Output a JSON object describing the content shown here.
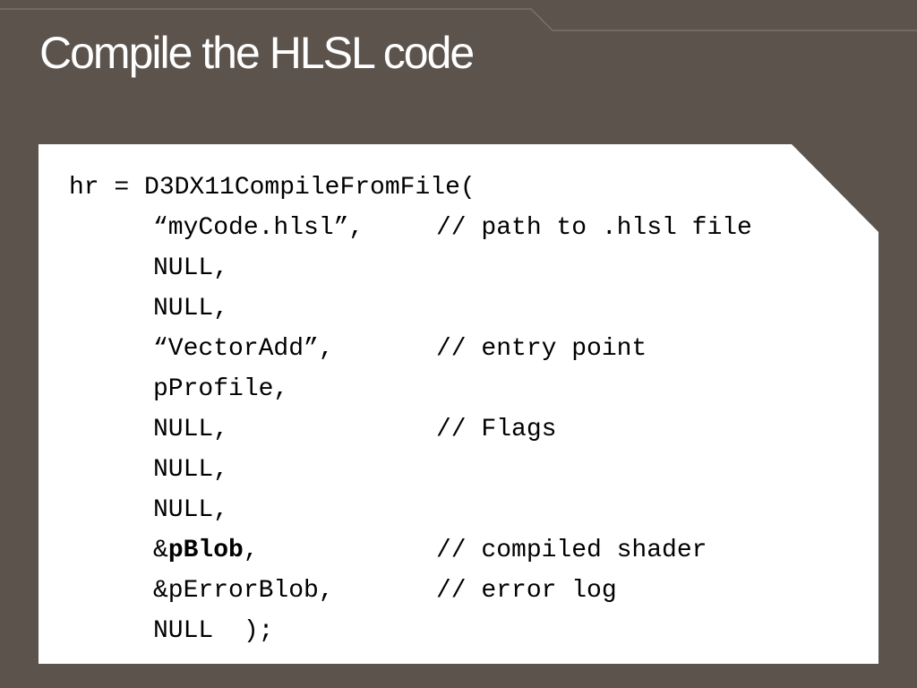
{
  "slide": {
    "title": "Compile the HLSL code"
  },
  "code": {
    "first_line": "hr = D3DX11CompileFromFile(",
    "args": [
      {
        "text": "“myCode.hlsl”,",
        "comment": "// path to .hlsl file"
      },
      {
        "text": "NULL,",
        "comment": ""
      },
      {
        "text": "NULL,",
        "comment": ""
      },
      {
        "text": "“VectorAdd”,",
        "comment": "// entry point"
      },
      {
        "text": "pProfile,",
        "comment": ""
      },
      {
        "text": "NULL,",
        "comment": "// Flags"
      },
      {
        "text": "NULL,",
        "comment": ""
      },
      {
        "text": "NULL,",
        "comment": ""
      },
      {
        "prefix": "&",
        "bold": "pBlob",
        "suffix": ",",
        "comment": "// compiled shader"
      },
      {
        "text": "&pErrorBlob,",
        "comment": "// error log"
      },
      {
        "text": "NULL  );",
        "comment": ""
      }
    ]
  }
}
